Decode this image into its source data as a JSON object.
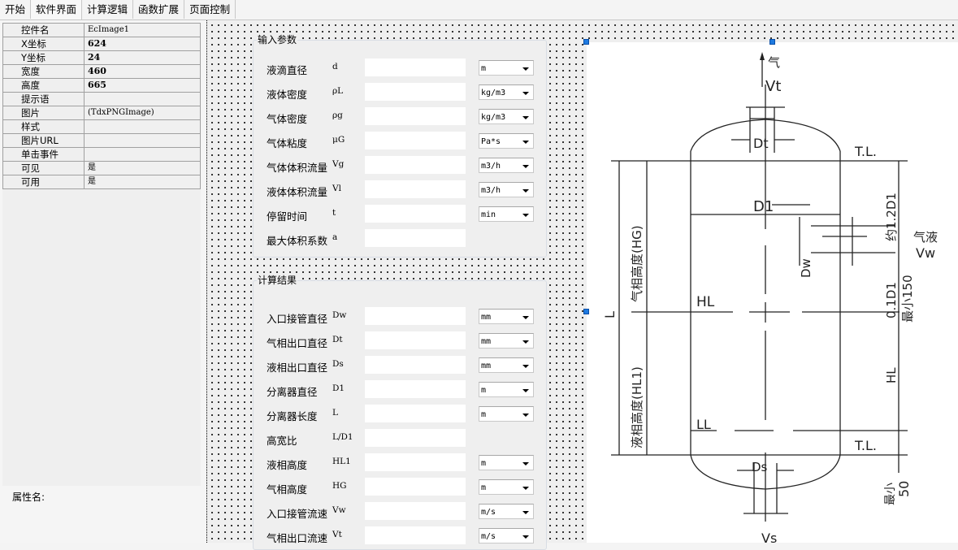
{
  "tabs": [
    {
      "label": "开始",
      "active": false
    },
    {
      "label": "软件界面",
      "active": true
    },
    {
      "label": "计算逻辑",
      "active": false
    },
    {
      "label": "函数扩展",
      "active": false
    },
    {
      "label": "页面控制",
      "active": false
    }
  ],
  "properties": [
    {
      "key": "控件名",
      "value": "EcImage1",
      "bold": false
    },
    {
      "key": "X坐标",
      "value": "624",
      "bold": true
    },
    {
      "key": "Y坐标",
      "value": "24",
      "bold": true
    },
    {
      "key": "宽度",
      "value": "460",
      "bold": true
    },
    {
      "key": "高度",
      "value": "665",
      "bold": true
    },
    {
      "key": "提示语",
      "value": "",
      "bold": false
    },
    {
      "key": "图片",
      "value": "(TdxPNGImage)",
      "bold": false
    },
    {
      "key": "样式",
      "value": "",
      "bold": false
    },
    {
      "key": "图片URL",
      "value": "",
      "bold": false
    },
    {
      "key": "单击事件",
      "value": "",
      "bold": false
    },
    {
      "key": "可见",
      "value": "是",
      "bold": false
    },
    {
      "key": "可用",
      "value": "是",
      "bold": false
    }
  ],
  "property_name_label": "属性名:",
  "input_group": {
    "title": "输入参数",
    "rows": [
      {
        "label": "液滴直径",
        "symbol": "d",
        "value": "",
        "unit": "m"
      },
      {
        "label": "液体密度",
        "symbol": "ρL",
        "value": "",
        "unit": "kg/m3"
      },
      {
        "label": "气体密度",
        "symbol": "ρg",
        "value": "",
        "unit": "kg/m3"
      },
      {
        "label": "气体粘度",
        "symbol": "μG",
        "value": "",
        "unit": "Pa*s"
      },
      {
        "label": "气体体积流量",
        "symbol": "Vg",
        "value": "",
        "unit": "m3/h"
      },
      {
        "label": "液体体积流量",
        "symbol": "Vl",
        "value": "",
        "unit": "m3/h"
      },
      {
        "label": "停留时间",
        "symbol": "t",
        "value": "",
        "unit": "min"
      },
      {
        "label": "最大体积系数",
        "symbol": "a",
        "value": "",
        "unit": null
      }
    ]
  },
  "result_group": {
    "title": "计算结果",
    "rows": [
      {
        "label": "入口接管直径",
        "symbol": "Dw",
        "value": "",
        "unit": "mm"
      },
      {
        "label": "气相出口直径",
        "symbol": "Dt",
        "value": "",
        "unit": "mm"
      },
      {
        "label": "液相出口直径",
        "symbol": "Ds",
        "value": "",
        "unit": "mm"
      },
      {
        "label": "分离器直径",
        "symbol": "D1",
        "value": "",
        "unit": "m"
      },
      {
        "label": "分离器长度",
        "symbol": "L",
        "value": "",
        "unit": "m"
      },
      {
        "label": "高宽比",
        "symbol": "L/D1",
        "value": "",
        "unit": null
      },
      {
        "label": "液相高度",
        "symbol": "HL1",
        "value": "",
        "unit": "m"
      },
      {
        "label": "气相高度",
        "symbol": "HG",
        "value": "",
        "unit": "m"
      },
      {
        "label": "入口接管流速",
        "symbol": "Vw",
        "value": "",
        "unit": "m/s"
      },
      {
        "label": "气相出口流速",
        "symbol": "Vt",
        "value": "",
        "unit": "m/s"
      }
    ]
  },
  "diagram": {
    "gas_out": "气",
    "vt": "Vt",
    "dt": "Dt",
    "tl_top": "T.L.",
    "d1": "D1",
    "approx_12d1": "约1.2D1",
    "dw": "Dw",
    "inlet": "气液",
    "vw": "Vw",
    "min150": "最小150",
    "d01": "0.1D1",
    "hg": "气相高度(HG)",
    "hl1": "液相高度(HL1)",
    "l": "L",
    "hl": "HL",
    "hl_side": "HL",
    "ll": "LL",
    "tl_bottom": "T.L.",
    "ds": "Ds",
    "min50": "最小",
    "fifty": "50",
    "vs": "Vs"
  }
}
